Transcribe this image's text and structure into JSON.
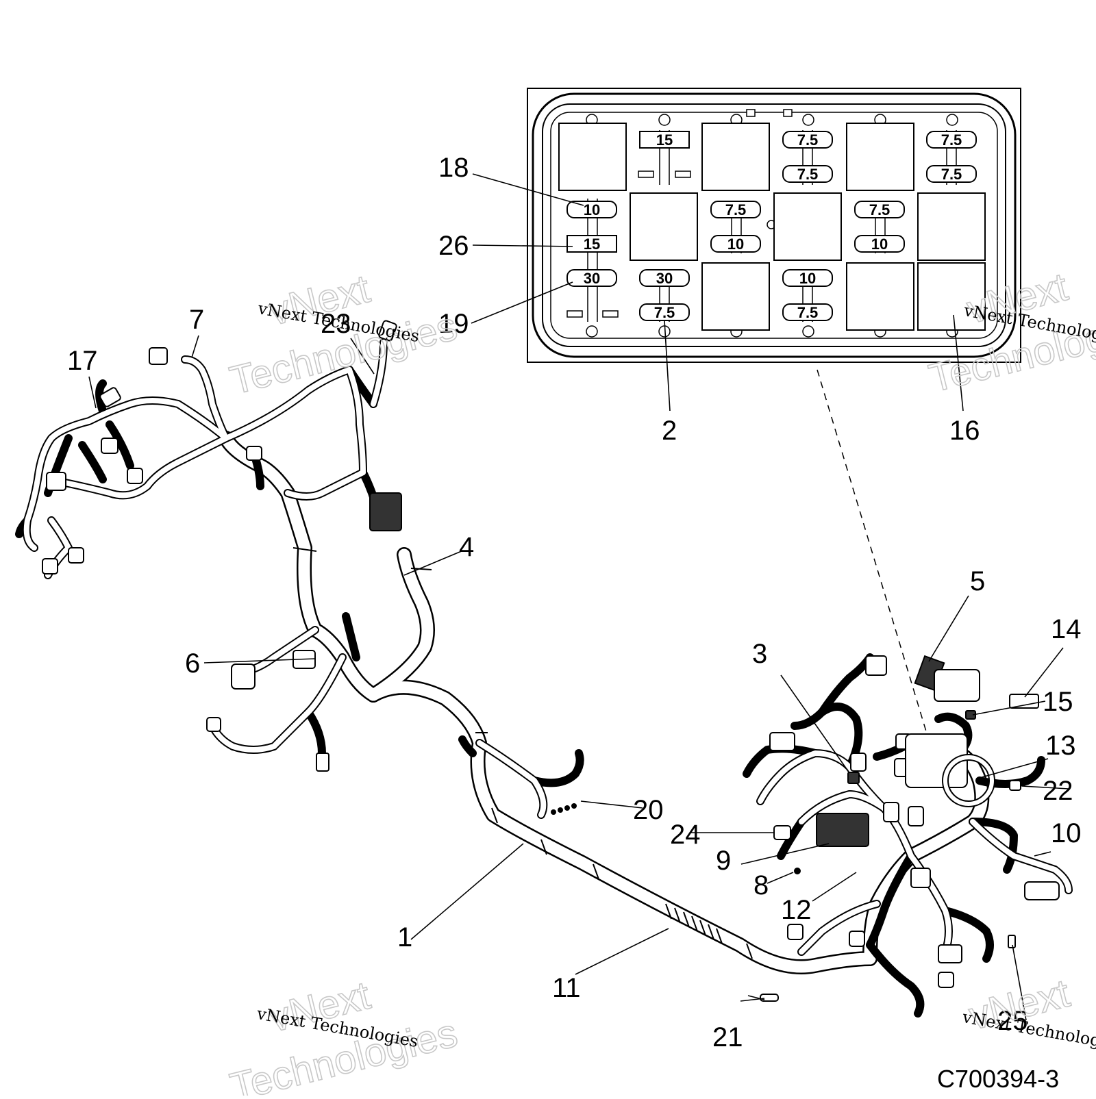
{
  "diagram": {
    "drawing_code": "C700394-3",
    "watermark": {
      "brand": "vNext",
      "brand_line2": "Technologies",
      "caption": "vNext Technologies"
    },
    "fuse_box": {
      "fuse_labels": [
        "15",
        "7.5",
        "7.5",
        "7.5",
        "7.5",
        "10",
        "7.5",
        "7.5",
        "15",
        "10",
        "10",
        "30",
        "30",
        "10",
        "7.5",
        "7.5"
      ]
    },
    "callouts": [
      "1",
      "2",
      "3",
      "4",
      "5",
      "6",
      "7",
      "8",
      "9",
      "10",
      "11",
      "12",
      "13",
      "14",
      "15",
      "16",
      "17",
      "18",
      "19",
      "20",
      "21",
      "22",
      "23",
      "24",
      "25",
      "26"
    ]
  }
}
